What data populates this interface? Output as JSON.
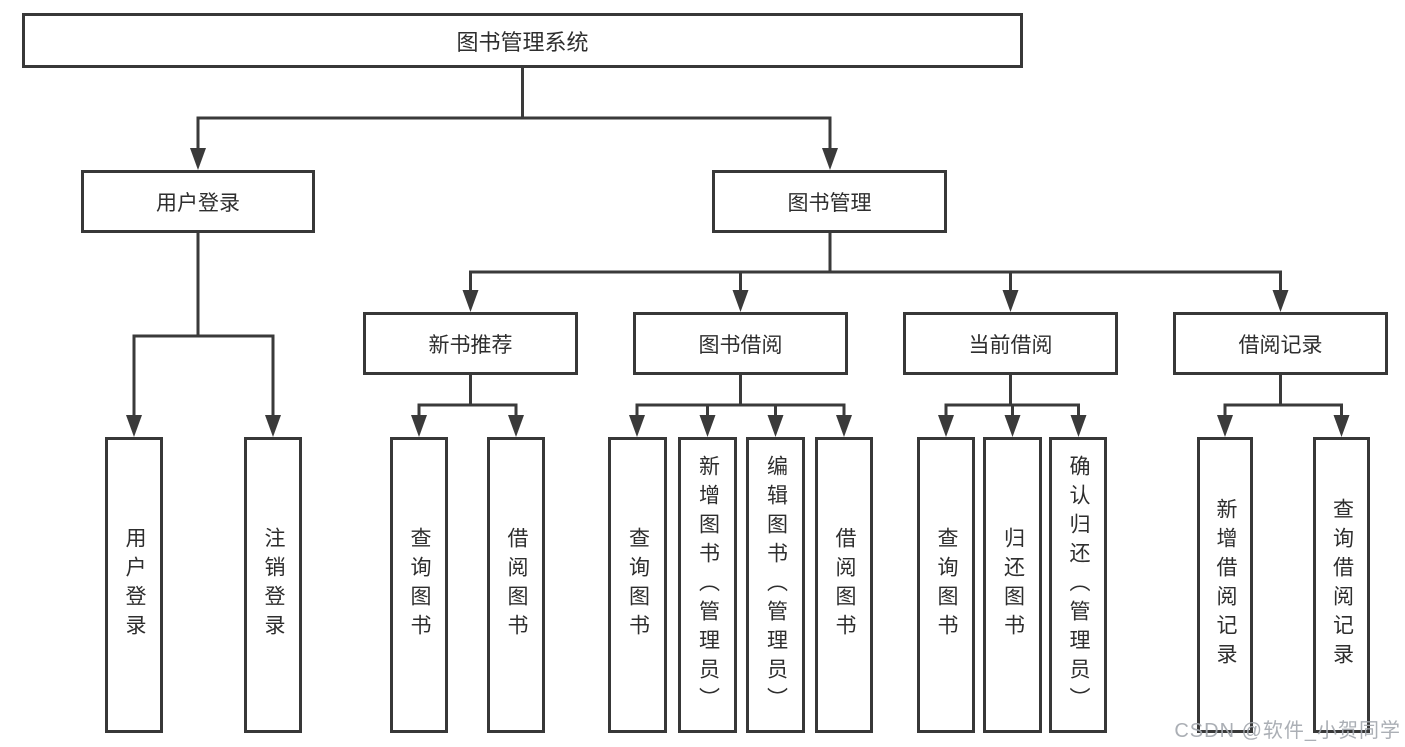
{
  "diagram": {
    "title": "图书管理系统",
    "level2": [
      {
        "label": "用户登录",
        "children": [
          "用户登录",
          "注销登录"
        ]
      },
      {
        "label": "图书管理",
        "groups": [
          {
            "label": "新书推荐",
            "children": [
              "查询图书",
              "借阅图书"
            ]
          },
          {
            "label": "图书借阅",
            "children": [
              "查询图书",
              "新增图书（管理员）",
              "编辑图书（管理员）",
              "借阅图书"
            ]
          },
          {
            "label": "当前借阅",
            "children": [
              "查询图书",
              "归还图书",
              "确认归还（管理员）"
            ]
          },
          {
            "label": "借阅记录",
            "children": [
              "新增借阅记录",
              "查询借阅记录"
            ]
          }
        ]
      }
    ],
    "line_color": "#3a3a3a"
  },
  "watermark": "CSDN @软件_小贺同学"
}
